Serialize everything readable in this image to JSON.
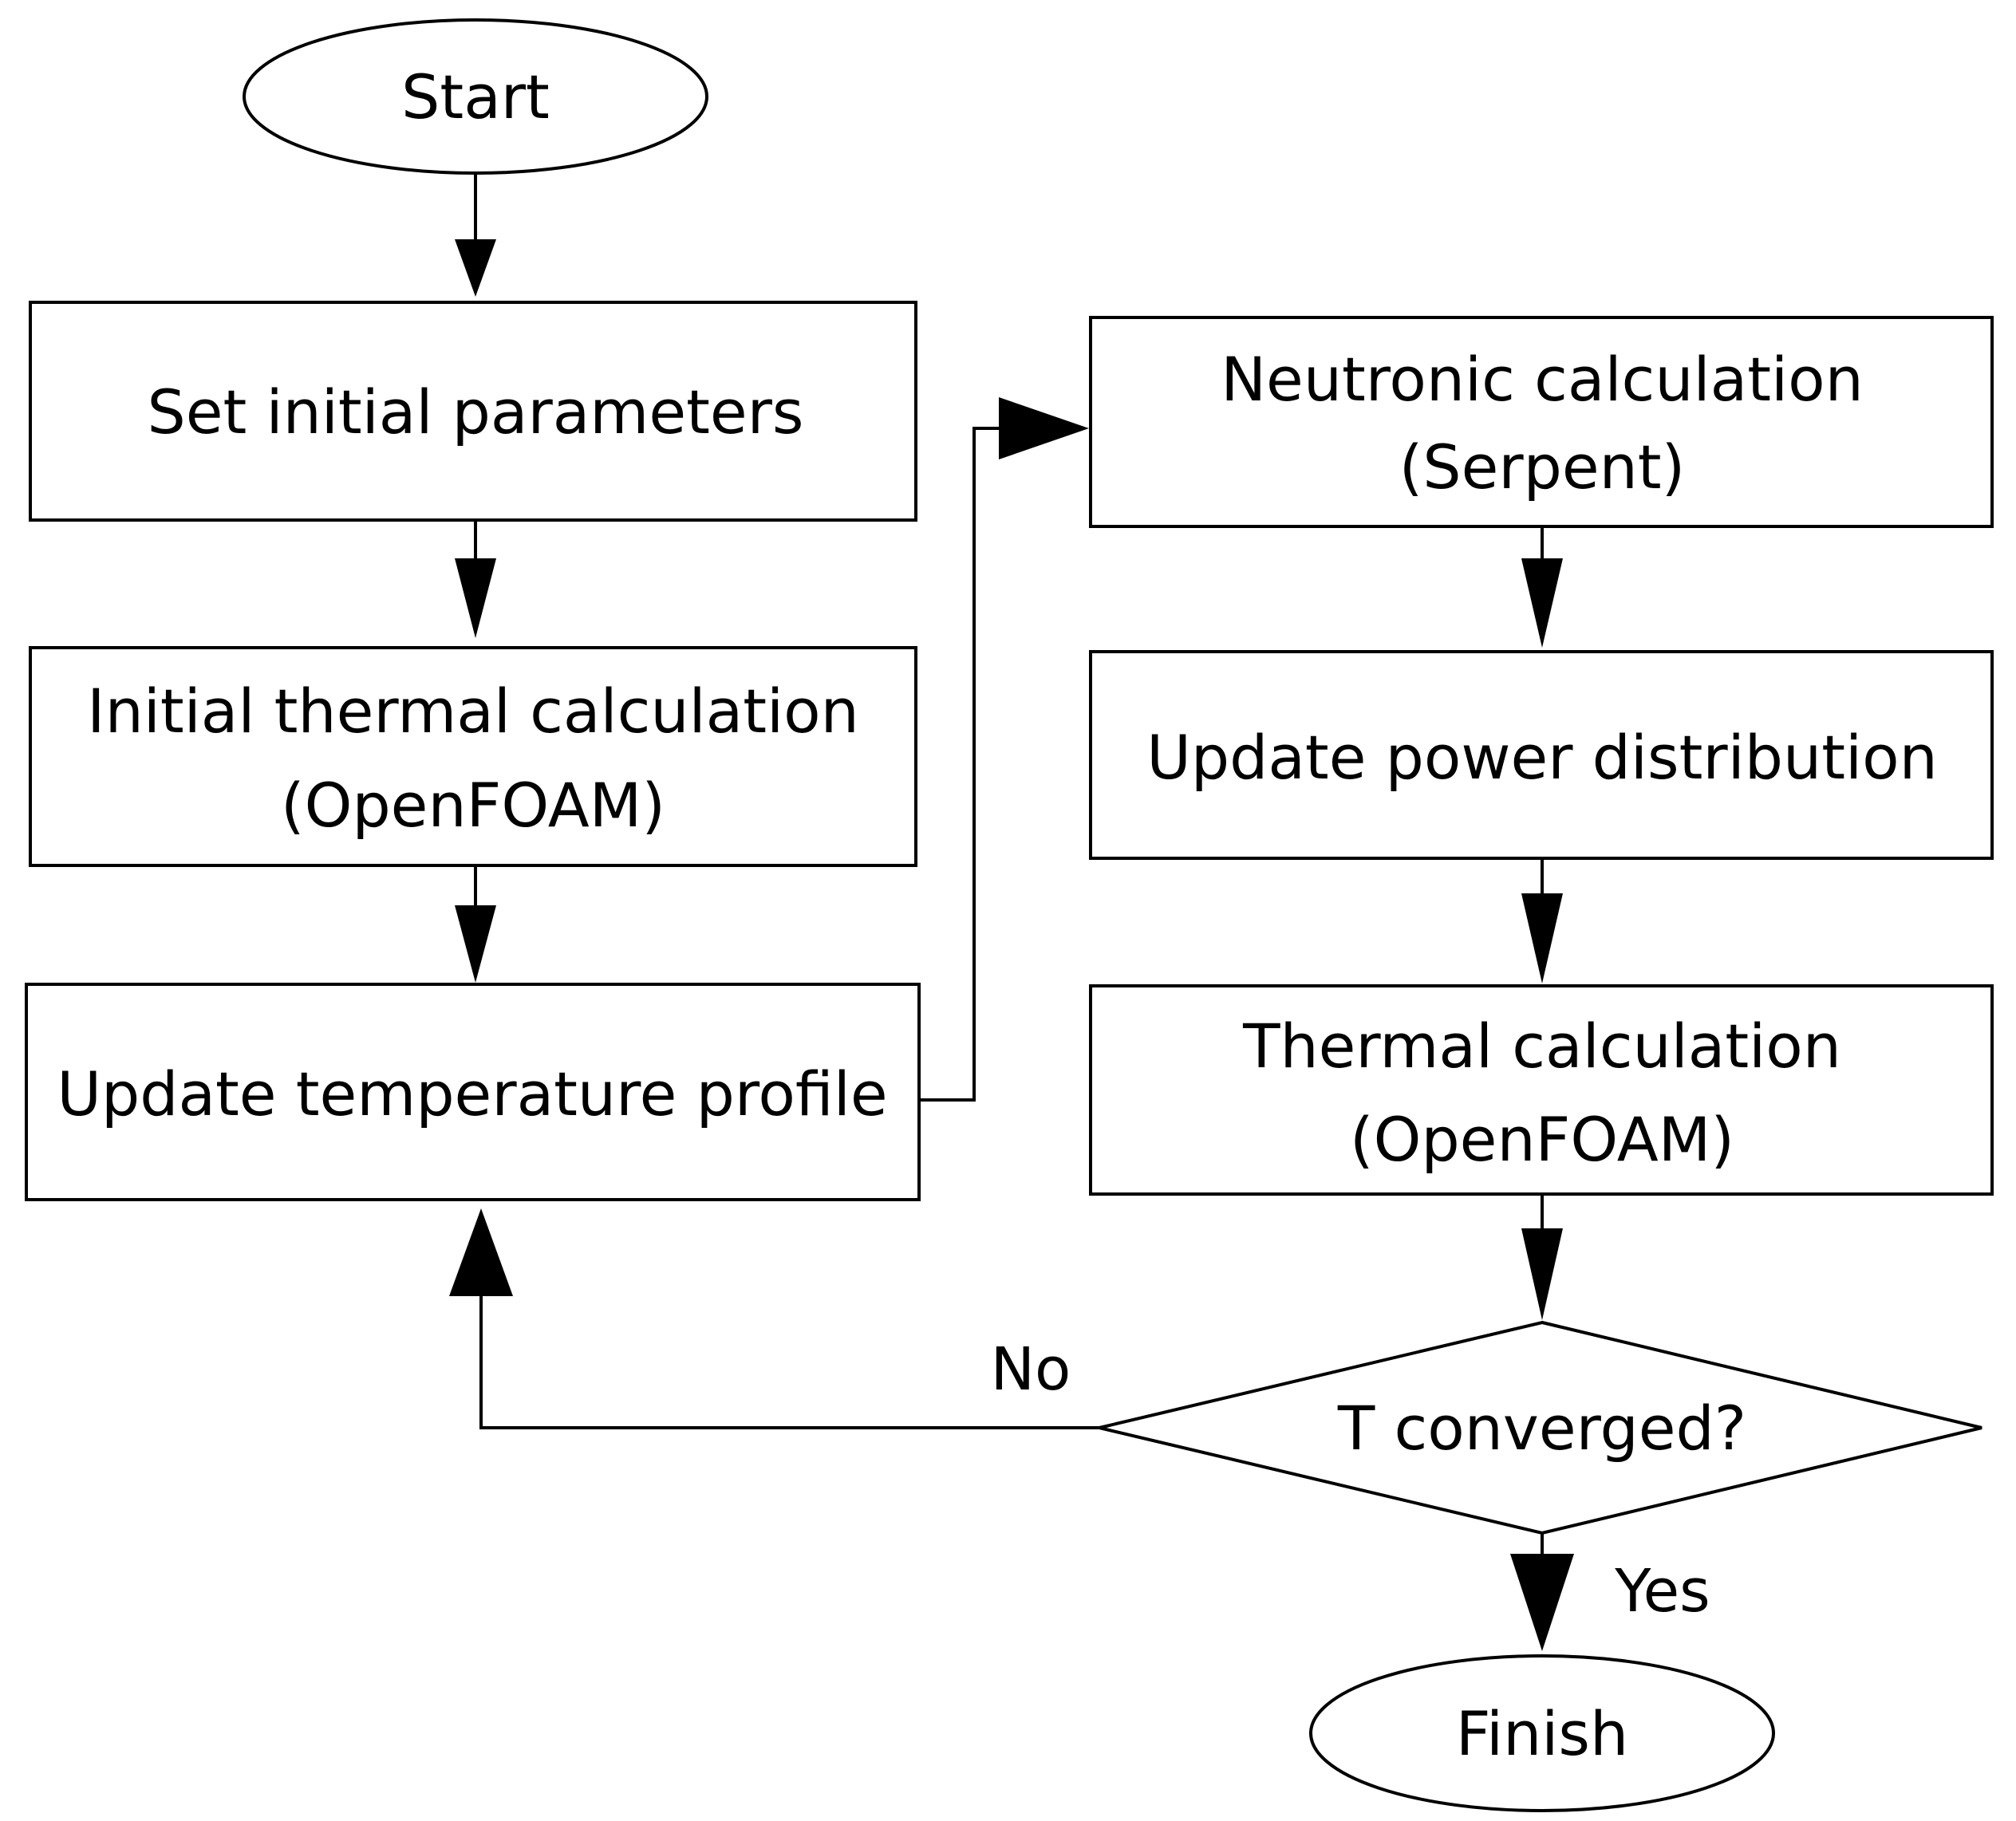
{
  "colors": {
    "stroke": "#000000",
    "fill": "#ffffff",
    "text": "#000000"
  },
  "nodes": {
    "start": {
      "text": "Start"
    },
    "set_params": {
      "text": "Set initial parameters"
    },
    "initial_thermal": {
      "line1": "Initial thermal calculation",
      "line2": "(OpenFOAM)"
    },
    "update_temp": {
      "text": "Update temperature profile"
    },
    "neutronic": {
      "line1": "Neutronic calculation",
      "line2": "(Serpent)"
    },
    "update_power": {
      "text": "Update power distribution"
    },
    "thermal": {
      "line1": "Thermal calculation",
      "line2": "(OpenFOAM)"
    },
    "decision": {
      "text": "T converged?"
    },
    "finish": {
      "text": "Finish"
    }
  },
  "edge_labels": {
    "no": "No",
    "yes": "Yes"
  }
}
